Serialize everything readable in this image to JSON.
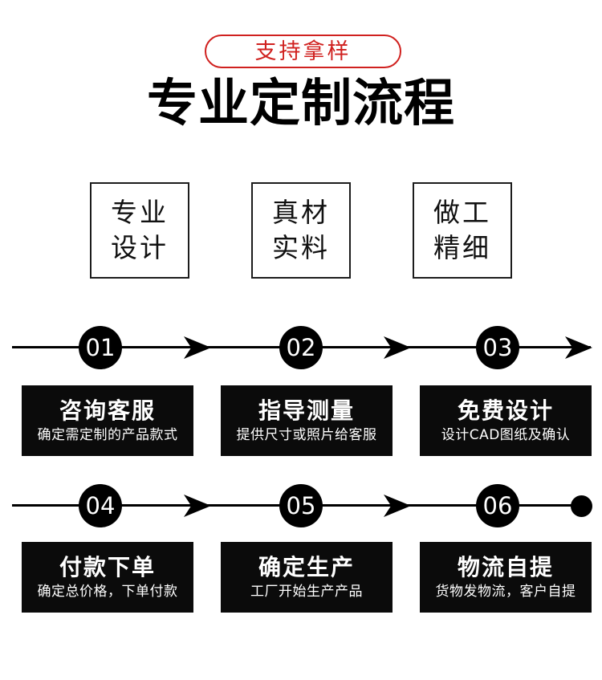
{
  "badge": {
    "label": "支持拿样"
  },
  "title": "专业定制流程",
  "features": [
    {
      "line1": "专业",
      "line2": "设计"
    },
    {
      "line1": "真材",
      "line2": "实料"
    },
    {
      "line1": "做工",
      "line2": "精细"
    }
  ],
  "steps": [
    {
      "num": "01",
      "title": "咨询客服",
      "desc": "确定需定制的产品款式"
    },
    {
      "num": "02",
      "title": "指导测量",
      "desc": "提供尺寸或照片给客服"
    },
    {
      "num": "03",
      "title": "免费设计",
      "desc": "设计CAD图纸及确认"
    },
    {
      "num": "04",
      "title": "付款下单",
      "desc": "确定总价格，下单付款"
    },
    {
      "num": "05",
      "title": "确定生产",
      "desc": "工厂开始生产产品"
    },
    {
      "num": "06",
      "title": "物流自提",
      "desc": "货物发物流，客户自提"
    }
  ],
  "icons": {
    "arrow_right": "arrow-right-icon",
    "end_dot": "end-dot-icon"
  },
  "colors": {
    "accent_red": "#d0211f",
    "flow_black": "#000000",
    "card_black": "#0b0b0b",
    "background": "#ffffff"
  }
}
